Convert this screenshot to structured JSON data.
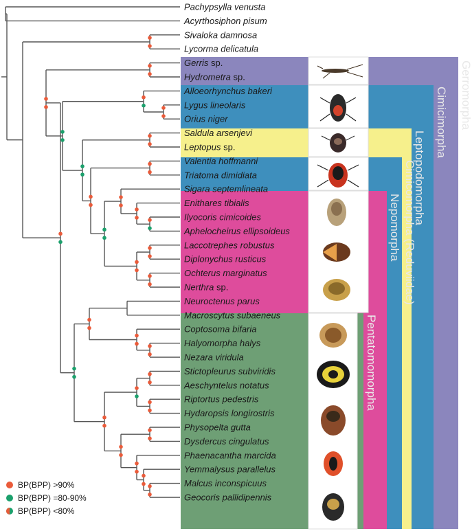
{
  "taxa": [
    {
      "italic": "Pachypsylla venusta",
      "suffix": ""
    },
    {
      "italic": "Acyrthosiphon pisum",
      "suffix": ""
    },
    {
      "italic": "Sivaloka damnosa",
      "suffix": ""
    },
    {
      "italic": "Lycorma delicatula",
      "suffix": ""
    },
    {
      "italic": "Gerris",
      "suffix": " sp."
    },
    {
      "italic": "Hydrometra",
      "suffix": " sp."
    },
    {
      "italic": "Alloeorhynchus bakeri",
      "suffix": ""
    },
    {
      "italic": "Lygus lineolaris",
      "suffix": ""
    },
    {
      "italic": "Orius niger",
      "suffix": ""
    },
    {
      "italic": "Saldula arsenjevi",
      "suffix": ""
    },
    {
      "italic": "Leptopus",
      "suffix": " sp."
    },
    {
      "italic": "Valentia hoffmanni",
      "suffix": ""
    },
    {
      "italic": "Triatoma dimidiata",
      "suffix": ""
    },
    {
      "italic": "Sigara septemlineata",
      "suffix": ""
    },
    {
      "italic": "Enithares tibialis",
      "suffix": ""
    },
    {
      "italic": "Ilyocoris cimicoides",
      "suffix": ""
    },
    {
      "italic": "Aphelocheirus ellipsoideus",
      "suffix": ""
    },
    {
      "italic": "Laccotrephes robustus",
      "suffix": ""
    },
    {
      "italic": "Diplonychus rusticus",
      "suffix": ""
    },
    {
      "italic": "Ochterus marginatus",
      "suffix": ""
    },
    {
      "italic": "Nerthra",
      "suffix": " sp."
    },
    {
      "italic": "Neuroctenus parus",
      "suffix": ""
    },
    {
      "italic": "Macroscytus subaeneus",
      "suffix": ""
    },
    {
      "italic": "Coptosoma bifaria",
      "suffix": ""
    },
    {
      "italic": "Halyomorpha halys",
      "suffix": ""
    },
    {
      "italic": "Nezara viridula",
      "suffix": ""
    },
    {
      "italic": "Stictopleurus subviridis",
      "suffix": ""
    },
    {
      "italic": "Aeschyntelus notatus",
      "suffix": ""
    },
    {
      "italic": "Riptortus pedestris",
      "suffix": ""
    },
    {
      "italic": "Hydaropsis longirostris",
      "suffix": ""
    },
    {
      "italic": "Physopelta gutta",
      "suffix": ""
    },
    {
      "italic": "Dysdercus cingulatus",
      "suffix": ""
    },
    {
      "italic": "Phaenacantha marcida",
      "suffix": ""
    },
    {
      "italic": "Yemmalysus parallelus",
      "suffix": ""
    },
    {
      "italic": "Malcus inconspicuus",
      "suffix": ""
    },
    {
      "italic": "Geocoris pallidipennis",
      "suffix": ""
    }
  ],
  "groups": {
    "gerromorpha": "Gerromorpha",
    "cimicimorpha": "Cimicimorpha",
    "leptopodomorpha": "Leptopodomorpha",
    "reduviidae": "Cimicomorpha (Reduviidae)",
    "nepomorpha": "Nepomorpha",
    "pentatomomorpha": "Pentatomomorpha"
  },
  "colors": {
    "gerromorpha": "#8b86bd",
    "cimicimorpha": "#3e8fbd",
    "leptopodomorpha": "#f6f08c",
    "nepomorpha": "#de4c9c",
    "pentatomomorpha": "#6e9f75",
    "support_high": "#ea5b3a",
    "support_mid": "#1ba06c",
    "branch": "#555555"
  },
  "legend": [
    {
      "symbol": "orange-dot",
      "label": "BP(BPP) >90%"
    },
    {
      "symbol": "green-dot",
      "label": "BP(BPP) =80-90%"
    },
    {
      "symbol": "split-dot",
      "label": "BP(BPP) <80%"
    }
  ]
}
